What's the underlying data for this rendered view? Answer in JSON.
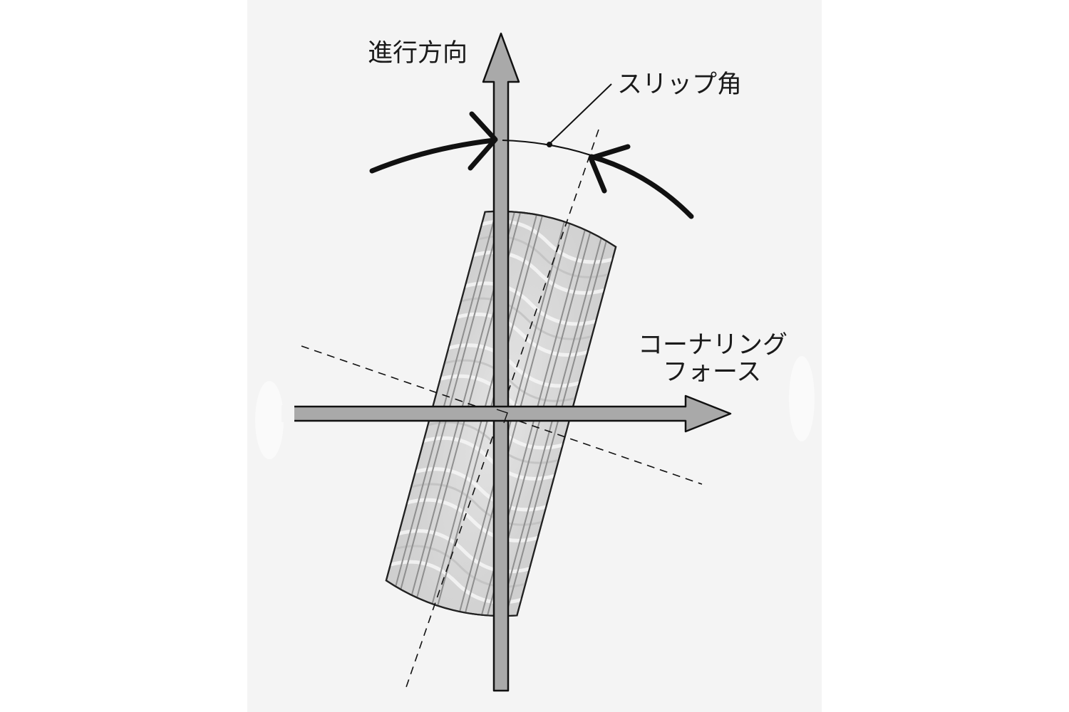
{
  "labels": {
    "direction_of_travel": "進行方向",
    "slip_angle": "スリップ角",
    "cornering_force_line1": "コーナリング",
    "cornering_force_line2": "フォース"
  },
  "colors": {
    "panel_background": "#f4f4f4",
    "arrow_fill": "#a9a9a9",
    "tire_fill": "#d6d6d6",
    "groove": "#8e8e8e",
    "ink": "#111111"
  },
  "icons": {
    "tire": "tire-tread-icon",
    "rotation_arrows": "curved-arrow-icon"
  }
}
